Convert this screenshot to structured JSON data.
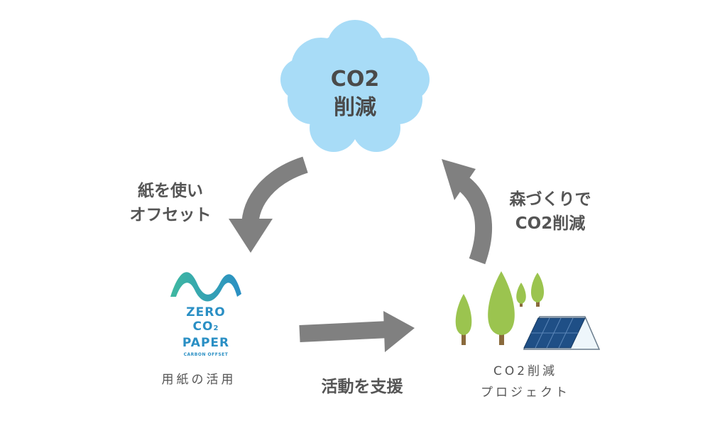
{
  "center": {
    "line1": "CO2",
    "line2": "削減"
  },
  "steps": {
    "offset": {
      "line1": "紙を使い",
      "line2": "オフセット"
    },
    "forest": {
      "line1": "森づくりで",
      "line2": "CO2削減"
    },
    "support": "活動を支援"
  },
  "nodes": {
    "paper": {
      "logo": {
        "line1": "ZERO",
        "line2_main": "CO",
        "line2_sub": "2",
        "line3": "PAPER",
        "caption": "CARBON OFFSET"
      },
      "label": "用紙の活用"
    },
    "project": {
      "label_line1": "CO2削減",
      "label_line2": "プロジェクト"
    }
  },
  "colors": {
    "cloud": "#a8dcf7",
    "arrow": "#808080",
    "text": "#555555",
    "tree": "#9bc44f",
    "trunk": "#8a6a3c",
    "solar": "#1f4f86",
    "logo": "#2a8fc4"
  }
}
